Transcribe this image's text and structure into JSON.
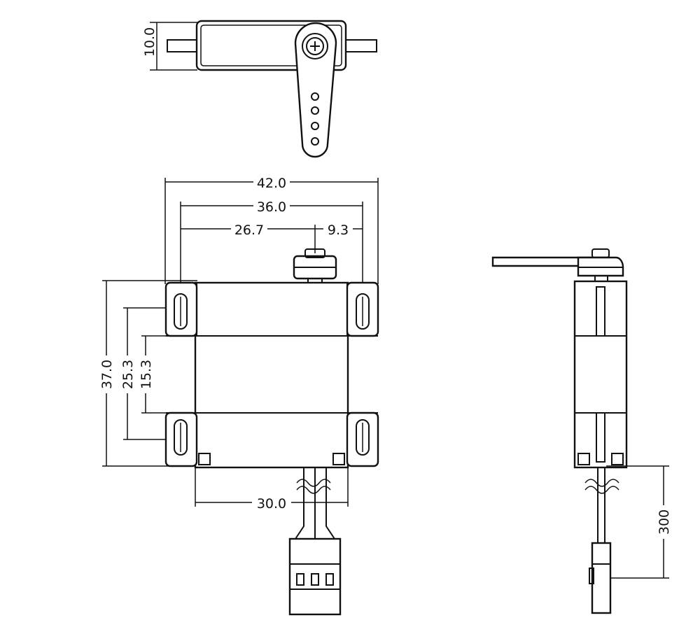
{
  "dimensions": {
    "top_height": "10.0",
    "overall_width": "42.0",
    "hole_spacing": "36.0",
    "shaft_offset_left": "26.7",
    "shaft_offset_right": "9.3",
    "overall_height": "37.0",
    "tab_spacing": "25.3",
    "case_gap": "15.3",
    "case_width": "30.0",
    "lead_length": "300"
  },
  "views": [
    "top-view",
    "front-view",
    "side-view"
  ]
}
